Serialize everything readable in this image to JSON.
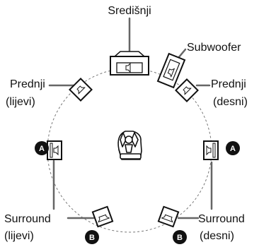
{
  "speakers": {
    "center": "Središnji",
    "subwoofer": "Subwoofer",
    "front_left_line1": "Prednji",
    "front_left_line2": "(lijevi)",
    "front_right_line1": "Prednji",
    "front_right_line2": "(desni)",
    "surround_left_line1": "Surround",
    "surround_left_line2": "(lijevi)",
    "surround_right_line1": "Surround",
    "surround_right_line2": "(desni)"
  },
  "badges": {
    "a": "A",
    "b": "B"
  },
  "icons": {
    "listener": "listener-chair-icon",
    "speaker": "speaker-icon"
  }
}
